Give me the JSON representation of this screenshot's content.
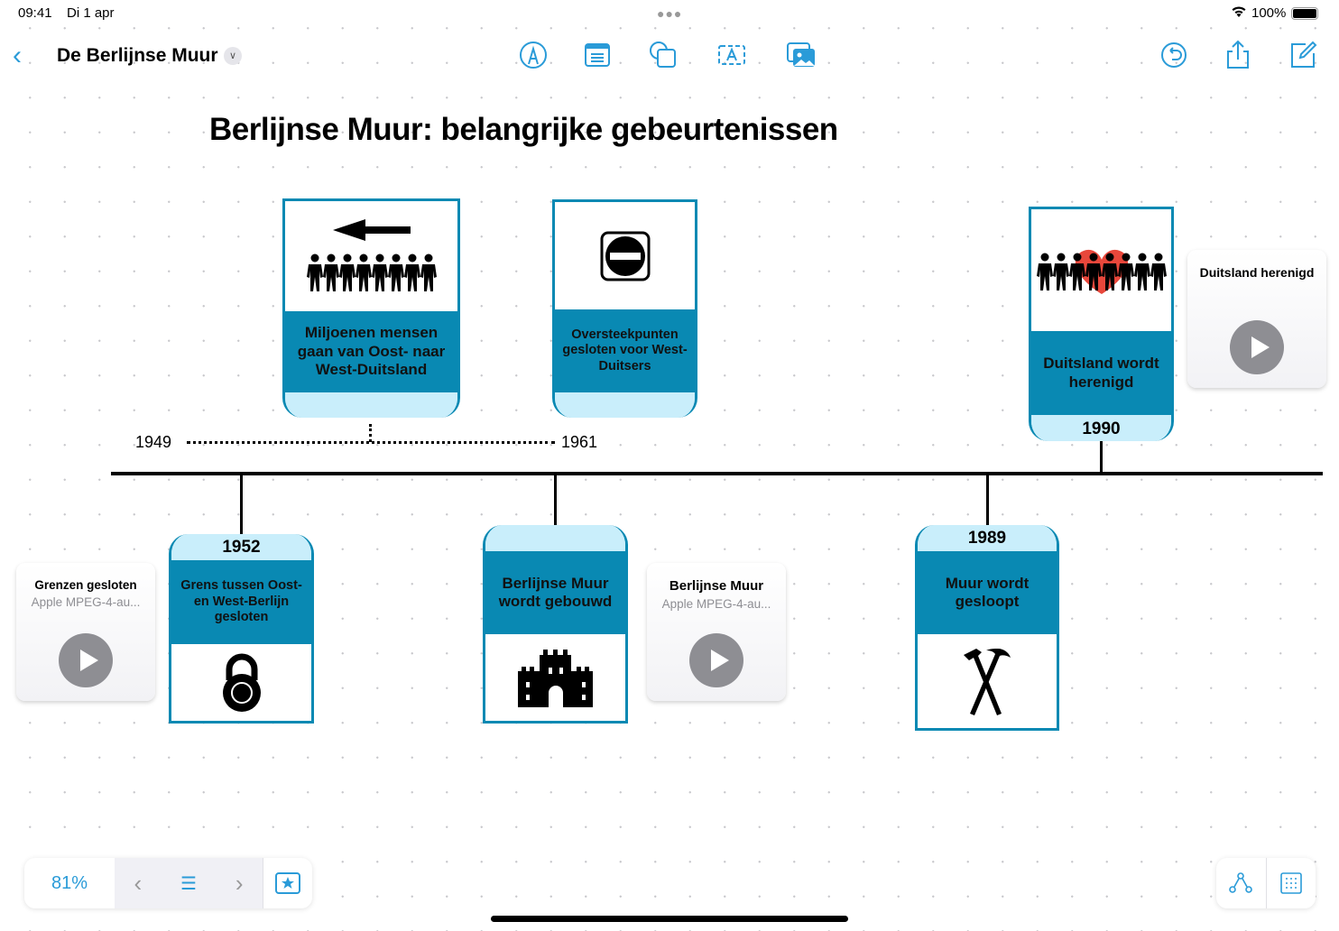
{
  "status": {
    "time": "09:41",
    "date": "Di 1 apr",
    "battery": "100%"
  },
  "toolbar": {
    "document_title": "De Berlijnse Muur"
  },
  "board": {
    "title": "Berlijnse Muur: belangrijke gebeurtenissen",
    "range_start": "1949",
    "range_end": "1961",
    "cards": [
      {
        "text": "Miljoenen mensen gaan van Oost- naar West-Duitsland"
      },
      {
        "text": "Oversteekpunten gesloten voor West-Duitsers"
      },
      {
        "text": "Duitsland wordt herenigd",
        "year": "1990"
      },
      {
        "text": "Grens tussen Oost- en West-Berlijn gesloten",
        "year": "1952"
      },
      {
        "text": "Berlijnse Muur wordt gebouwd"
      },
      {
        "text": "Muur wordt gesloopt",
        "year": "1989"
      }
    ],
    "audio": [
      {
        "title": "Duitsland herenigd"
      },
      {
        "title": "Grenzen gesloten",
        "subtitle": "Apple MPEG-4-au..."
      },
      {
        "title": "Berlijnse Muur",
        "subtitle": "Apple MPEG-4-au..."
      }
    ]
  },
  "bottom": {
    "zoom": "81%"
  },
  "colors": {
    "teal": "#0989b3",
    "light": "#c9eefb",
    "accent": "#2a9bd8"
  }
}
